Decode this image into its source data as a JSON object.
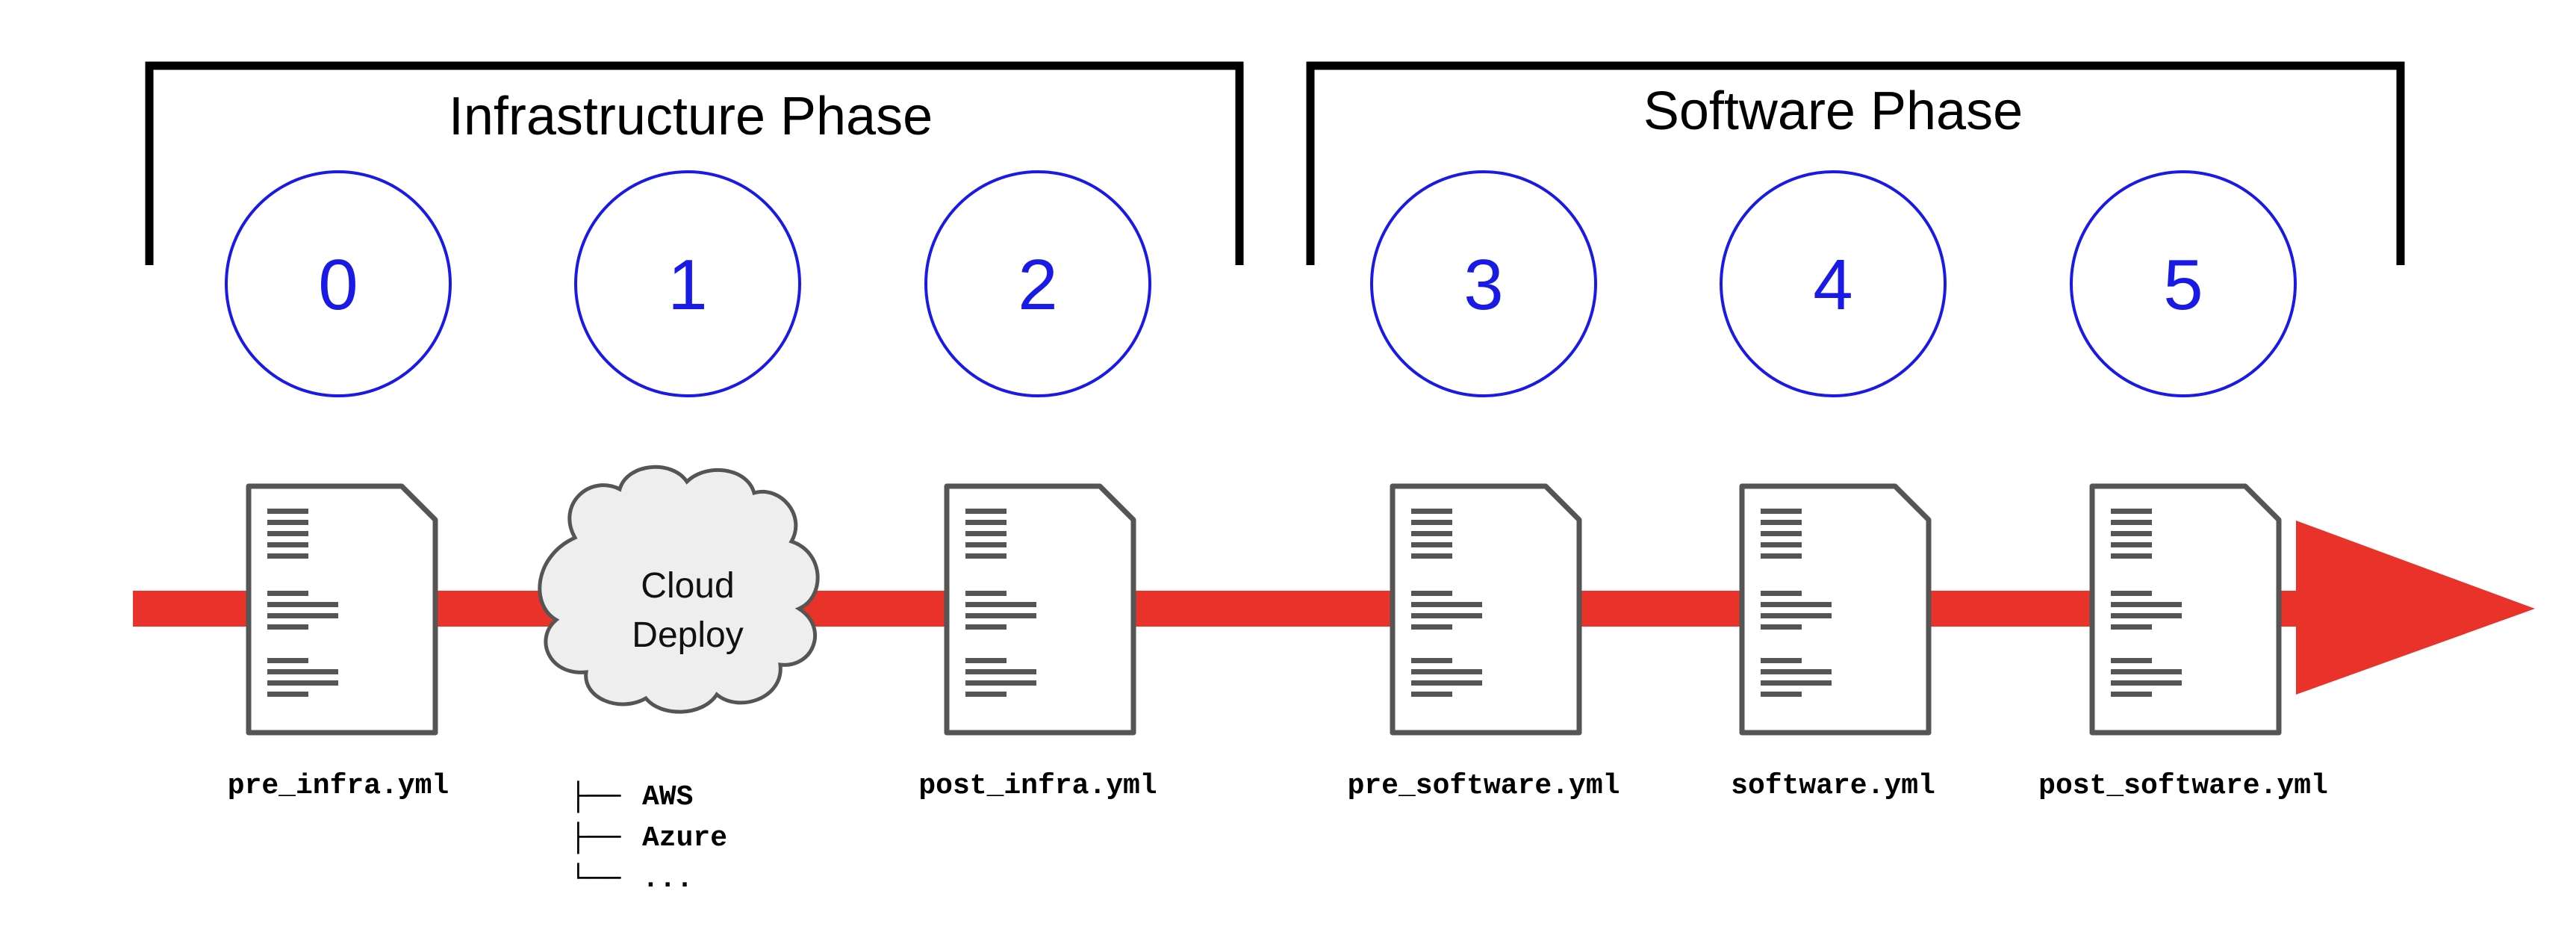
{
  "phases": [
    {
      "title": "Infrastructure Phase"
    },
    {
      "title": "Software Phase"
    }
  ],
  "steps": [
    "0",
    "1",
    "2",
    "3",
    "4",
    "5"
  ],
  "files": [
    {
      "label": "pre_infra.yml",
      "icon": "document-icon"
    },
    {
      "label": "post_infra.yml",
      "icon": "document-icon"
    },
    {
      "label": "pre_software.yml",
      "icon": "document-icon"
    },
    {
      "label": "software.yml",
      "icon": "document-icon"
    },
    {
      "label": "post_software.yml",
      "icon": "document-icon"
    }
  ],
  "cloud": {
    "line1": "Cloud",
    "line2": "Deploy",
    "icon": "cloud-icon",
    "providers": [
      {
        "branch": "├──",
        "name": "AWS"
      },
      {
        "branch": "├──",
        "name": "Azure"
      },
      {
        "branch": "└──",
        "name": "..."
      }
    ]
  },
  "colors": {
    "arrow": "#e8322a",
    "circle": "#1a1ae6",
    "document_stroke": "#555555",
    "cloud_fill": "#eeeeee"
  }
}
